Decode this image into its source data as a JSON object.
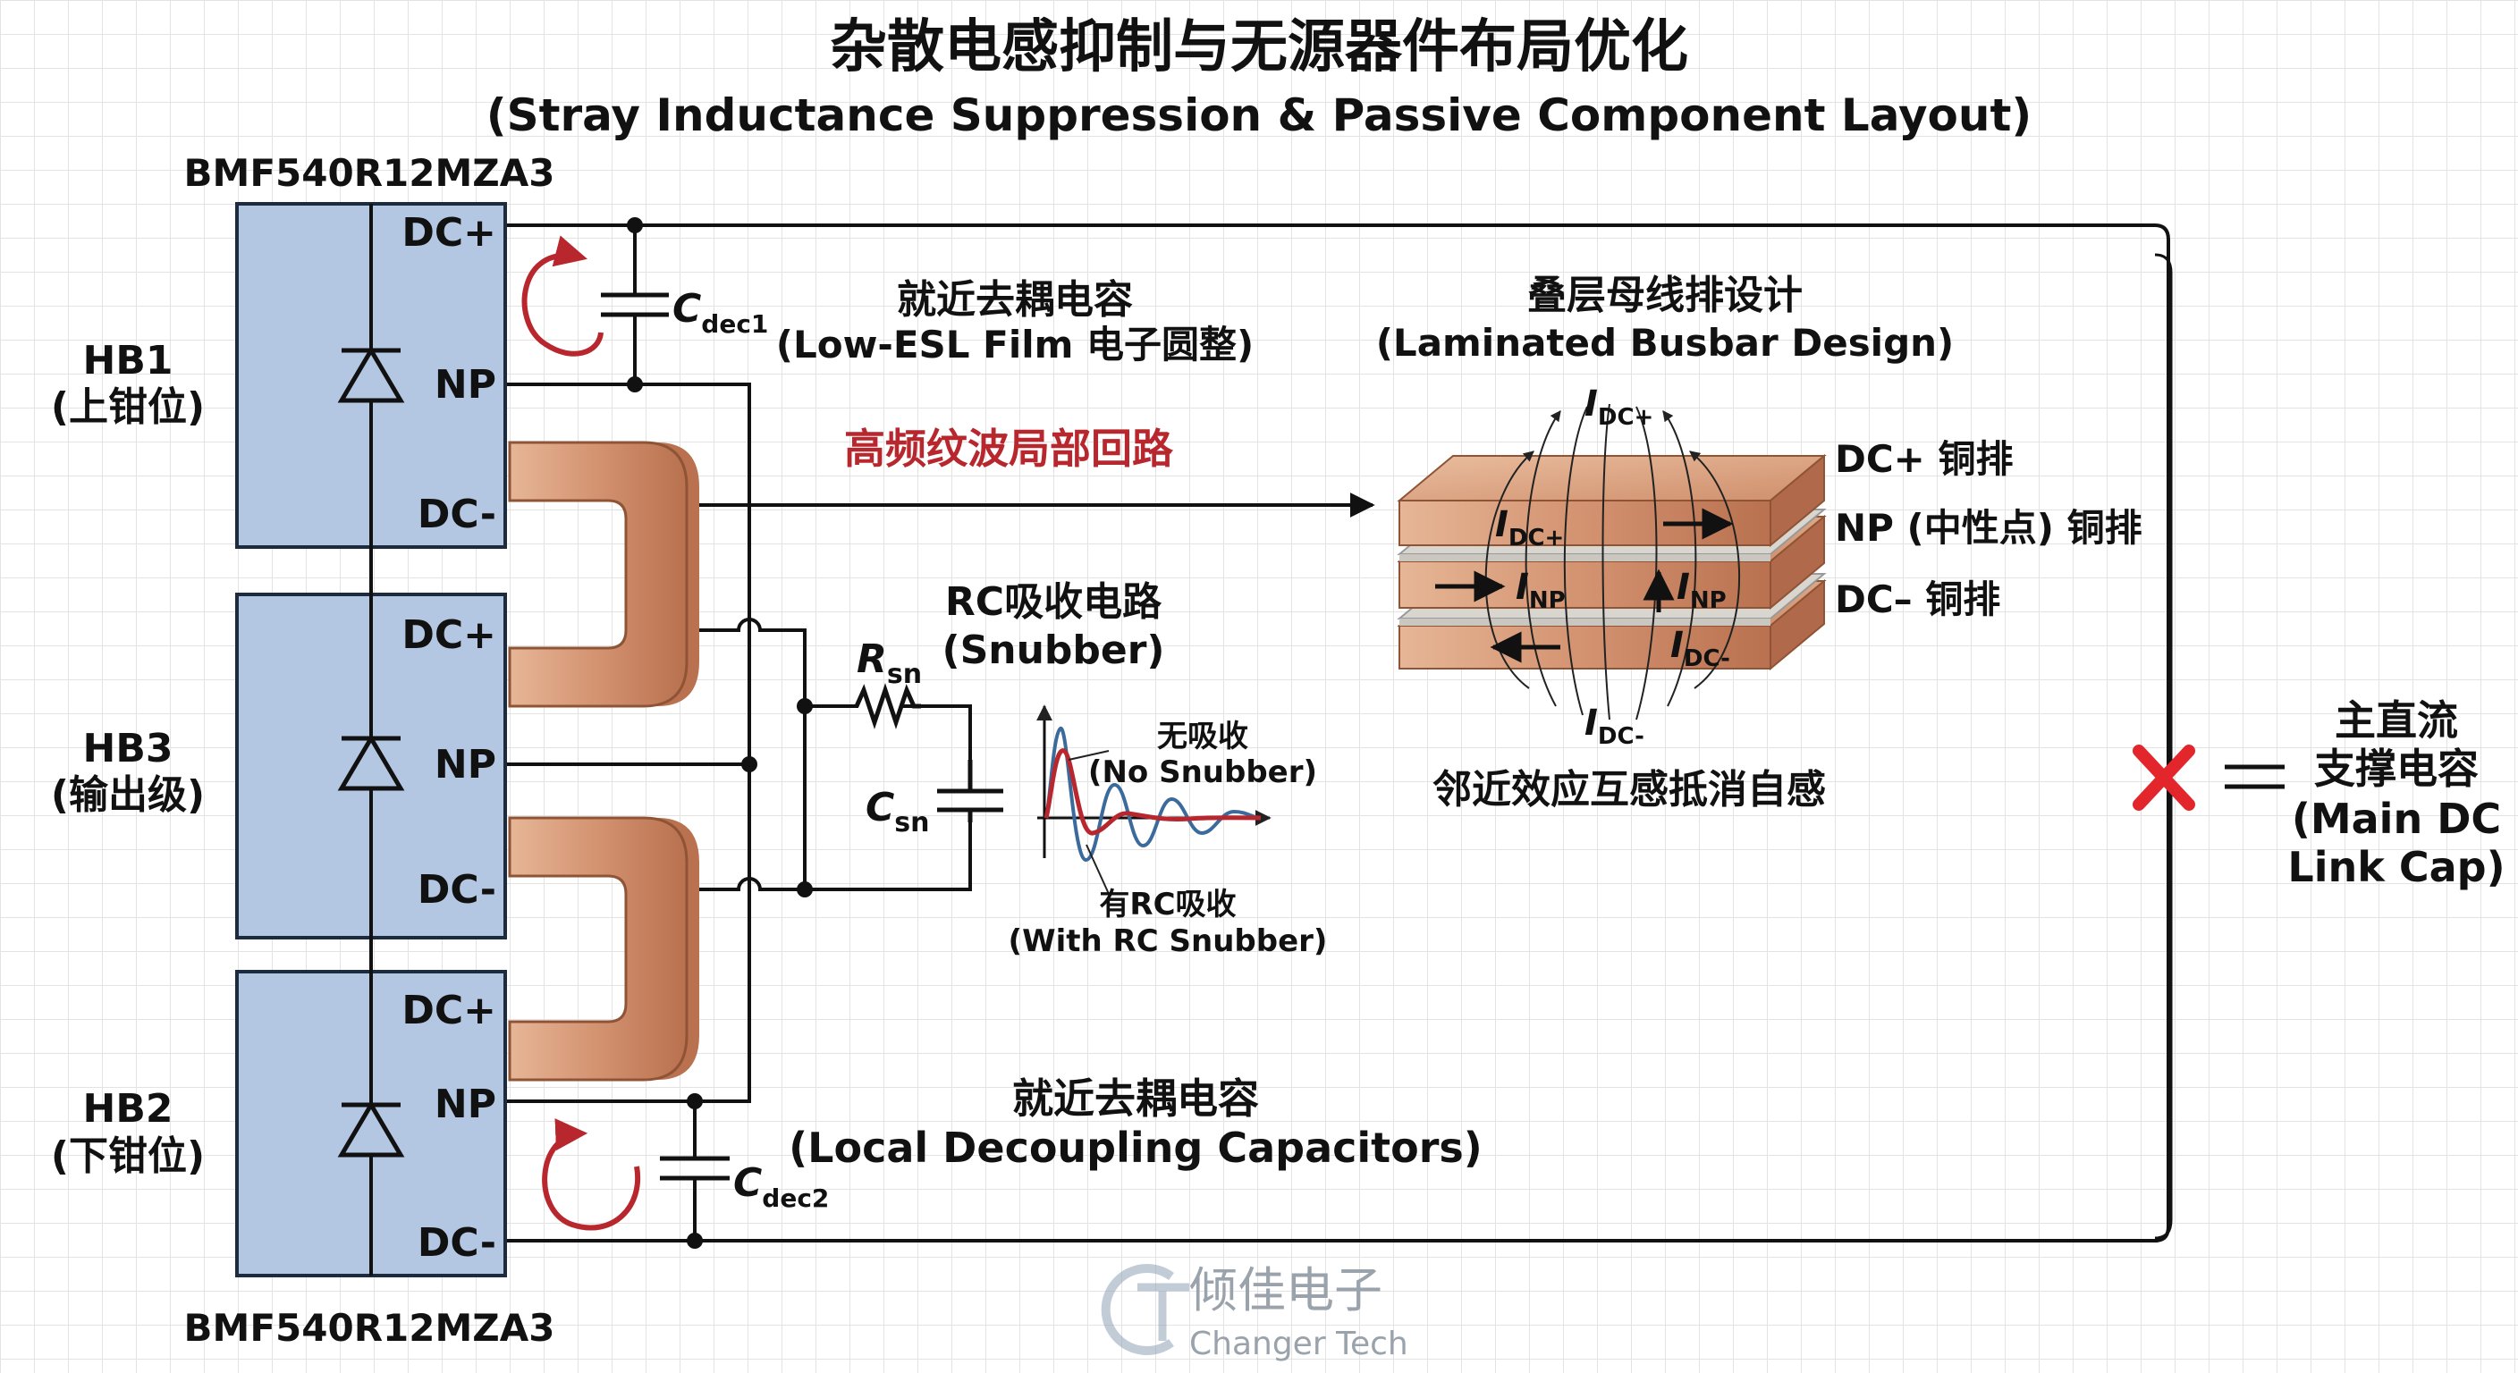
{
  "title": {
    "main": "杂散电感抑制与无源器件布局优化",
    "sub": "(Stray Inductance Suppression & Passive Component Layout)"
  },
  "modules": {
    "part_top": "BMF540R12MZA3",
    "part_bottom": "BMF540R12MZA3",
    "hb1": {
      "name": "HB1",
      "role": "(上钳位)"
    },
    "hb3": {
      "name": "HB3",
      "role": "(输出级)"
    },
    "hb2": {
      "name": "HB2",
      "role": "(下钳位)"
    },
    "terminal_dcp": "DC+",
    "terminal_np": "NP",
    "terminal_dcm": "DC-"
  },
  "cdec1": {
    "sym": "C",
    "sub": "dec1",
    "label_cn": "就近去耦电容",
    "label_en": "(Low-ESL Film 电子圆整)"
  },
  "loop_label": "高频纹波局部回路",
  "busbar": {
    "title_cn": "叠层母线排设计",
    "title_en": "(Laminated Busbar Design)",
    "layer_dcp": "DC+ 铜排",
    "layer_np": "NP (中性点) 铜排",
    "layer_dcm": "DC– 铜排",
    "current_sym": "I",
    "sub_dcp": "DC+",
    "sub_np": "NP",
    "sub_dcm": "DC-",
    "caption": "邻近效应互感抵消自感"
  },
  "snubber": {
    "title_cn": "RC吸收电路",
    "title_en": "(Snubber)",
    "r_sym": "R",
    "r_sub": "sn",
    "c_sym": "C",
    "c_sub": "sn",
    "no_cn": "无吸收",
    "no_en": "(No Snubber)",
    "with_cn": "有RC吸收",
    "with_en": "(With RC Snubber)"
  },
  "cdec2": {
    "sym": "C",
    "sub": "dec2",
    "label_cn": "就近去耦电容",
    "label_en": "(Local Decoupling Capacitors)"
  },
  "main_cap": {
    "line1": "主直流",
    "line2": "支撑电容",
    "line3": "(Main DC",
    "line4": "Link Cap)"
  },
  "watermark": {
    "cn": "倾佳电子",
    "en": "Changer Tech"
  },
  "colors": {
    "module_fill": "#b3c6e2",
    "copper": "#d49a7a",
    "accent_red": "#b7272d",
    "wave_blue": "#3b6a9c"
  }
}
